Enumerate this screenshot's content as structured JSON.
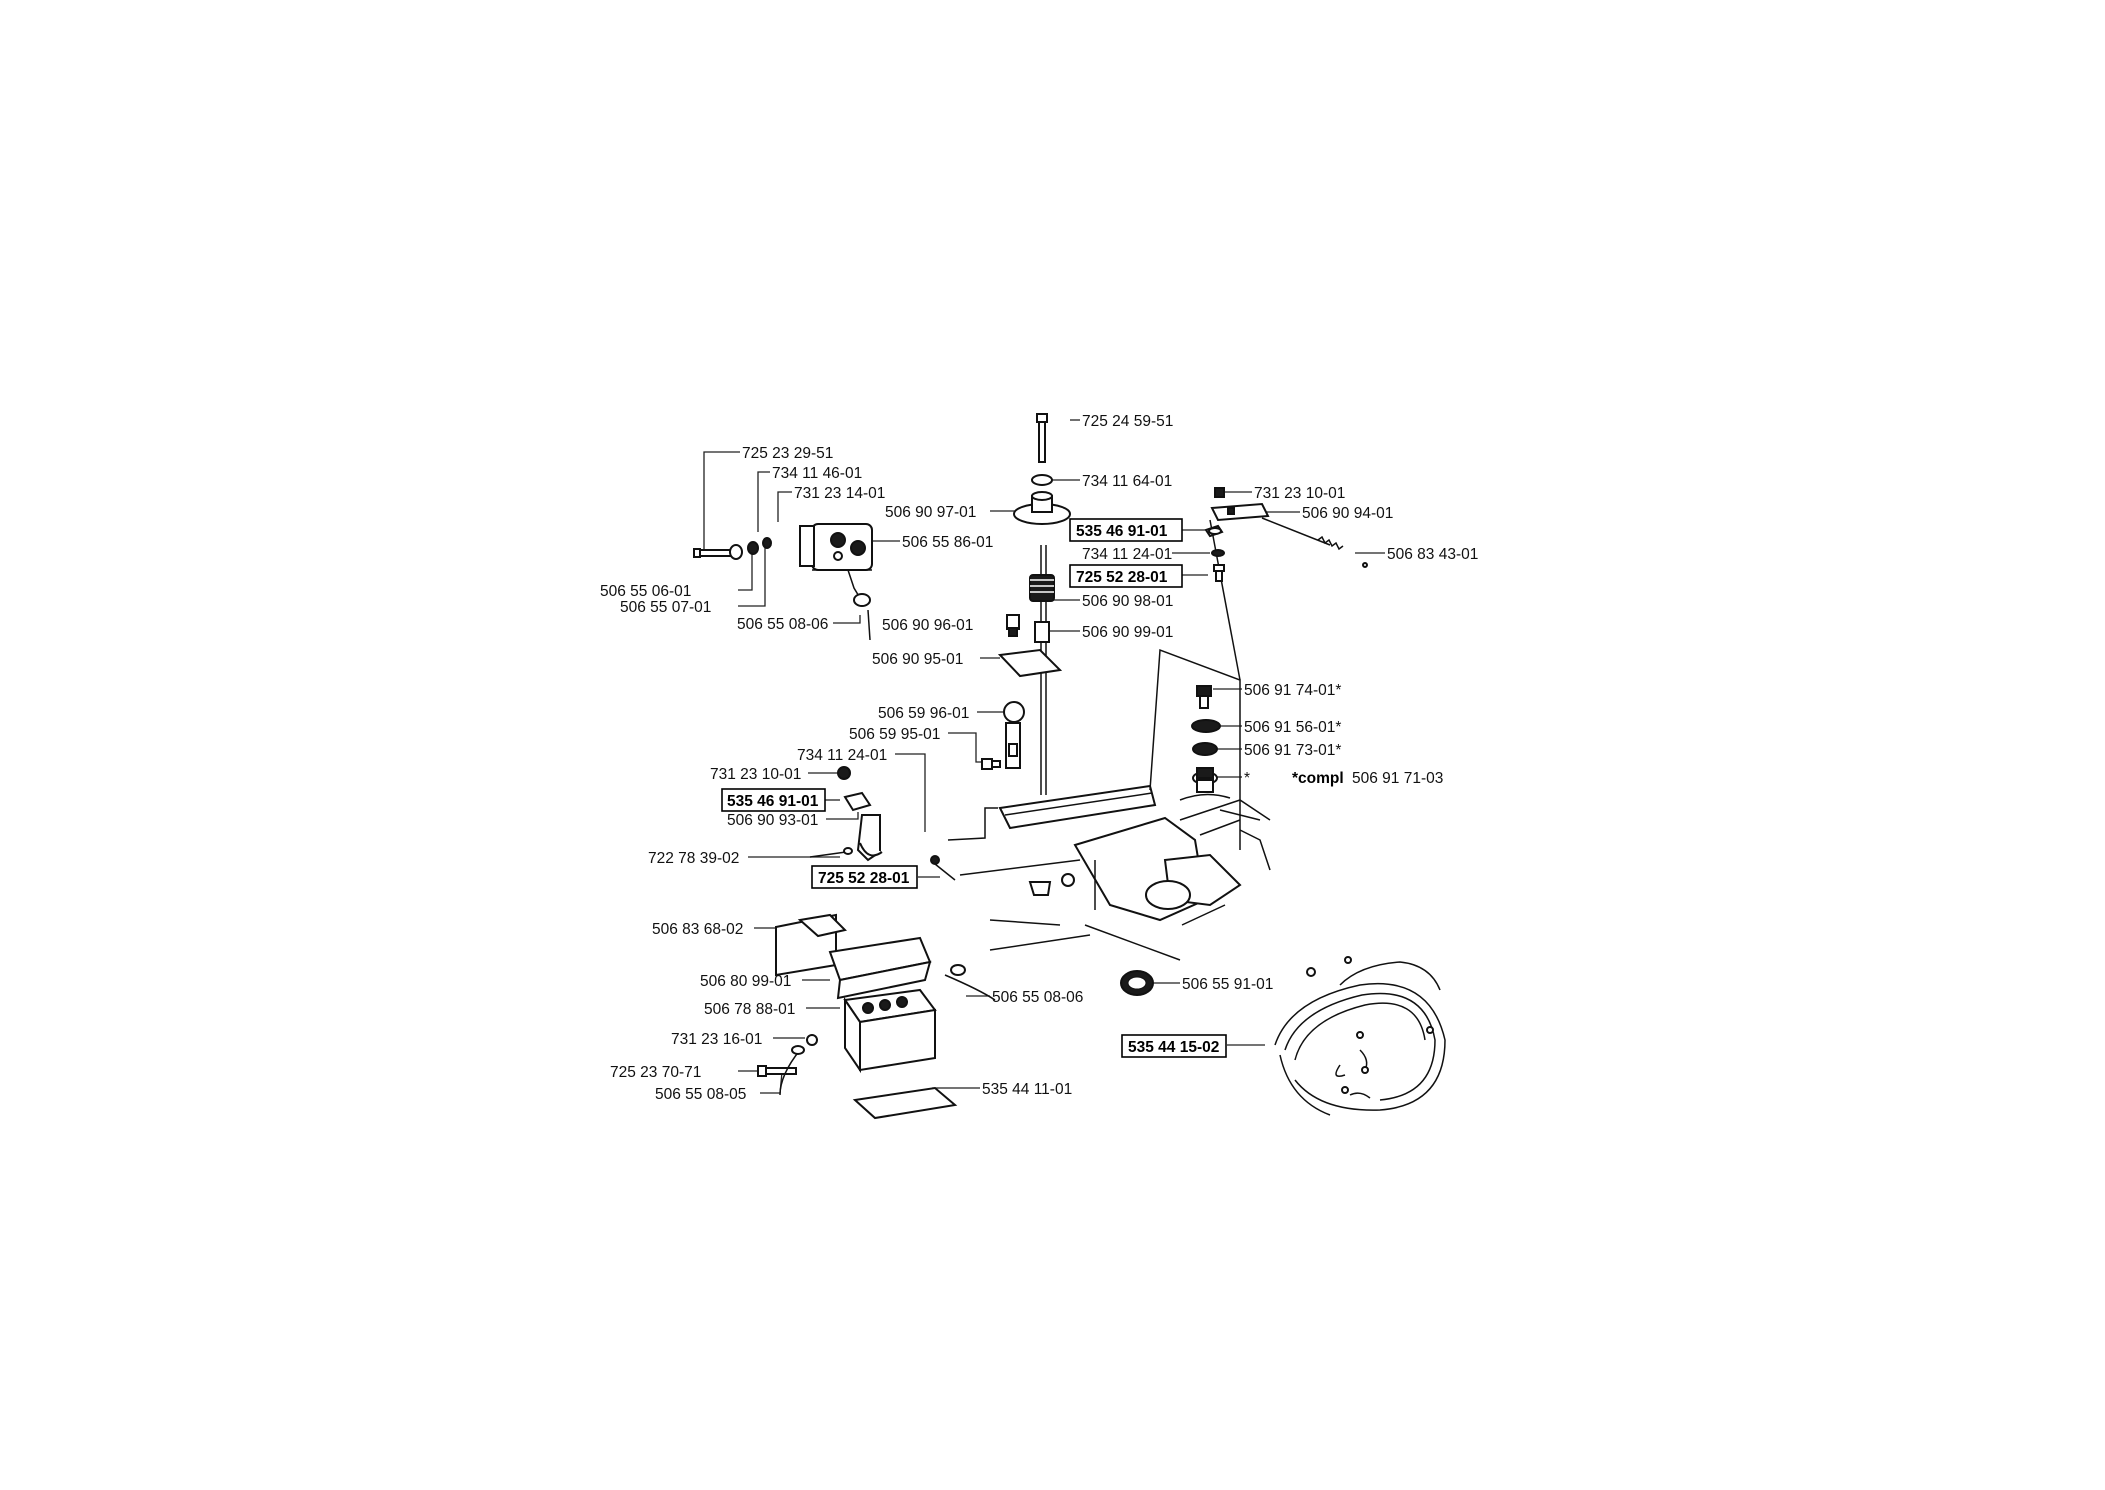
{
  "diagram": {
    "labels": {
      "p725_24_59_51": "725 24 59-51",
      "p734_11_64_01": "734 11 64-01",
      "p506_90_97_01": "506 90 97-01",
      "p535_46_91_01_top": "535 46 91-01",
      "p734_11_24_01_top": "734 11 24-01",
      "p725_52_28_01_top": "725 52 28-01",
      "p506_90_98_01": "506 90 98-01",
      "p506_90_96_01": "506 90 96-01",
      "p506_90_99_01": "506 90 99-01",
      "p506_90_95_01": "506 90 95-01",
      "p731_23_10_01_right": "731 23 10-01",
      "p506_90_94_01": "506 90 94-01",
      "p506_83_43_01": "506 83 43-01",
      "p725_23_29_51": "725 23 29-51",
      "p734_11_46_01": "734 11 46-01",
      "p731_23_14_01": "731 23 14-01",
      "p506_55_86_01": "506 55 86-01",
      "p506_55_06_01": "506 55 06-01",
      "p506_55_07_01": "506 55 07-01",
      "p506_55_08_06_top": "506 55 08-06",
      "p506_91_74_01": "506 91 74-01*",
      "p506_91_56_01": "506 91 56-01*",
      "p506_91_73_01": "506 91 73-01*",
      "p_star": "*",
      "compl_prefix": "*compl",
      "compl_number": "506 91 71-03",
      "p506_59_96_01": "506 59 96-01",
      "p506_59_95_01": "506 59 95-01",
      "p734_11_24_01_mid": "734 11 24-01",
      "p731_23_10_01_left": "731 23 10-01",
      "p535_46_91_01_left": "535 46 91-01",
      "p506_90_93_01": "506 90 93-01",
      "p722_78_39_02": "722 78 39-02",
      "p725_52_28_01_left": "725 52 28-01",
      "p506_83_68_02": "506 83 68-02",
      "p506_80_99_01": "506 80 99-01",
      "p506_78_88_01": "506 78 88-01",
      "p506_55_08_06_bottom": "506 55 08-06",
      "p731_23_16_01": "731 23 16-01",
      "p725_23_70_71": "725 23 70-71",
      "p506_55_08_05": "506 55 08-05",
      "p535_44_11_01": "535 44 11-01",
      "p506_55_91_01": "506 55 91-01",
      "p535_44_15_02": "535 44 15-02"
    }
  }
}
